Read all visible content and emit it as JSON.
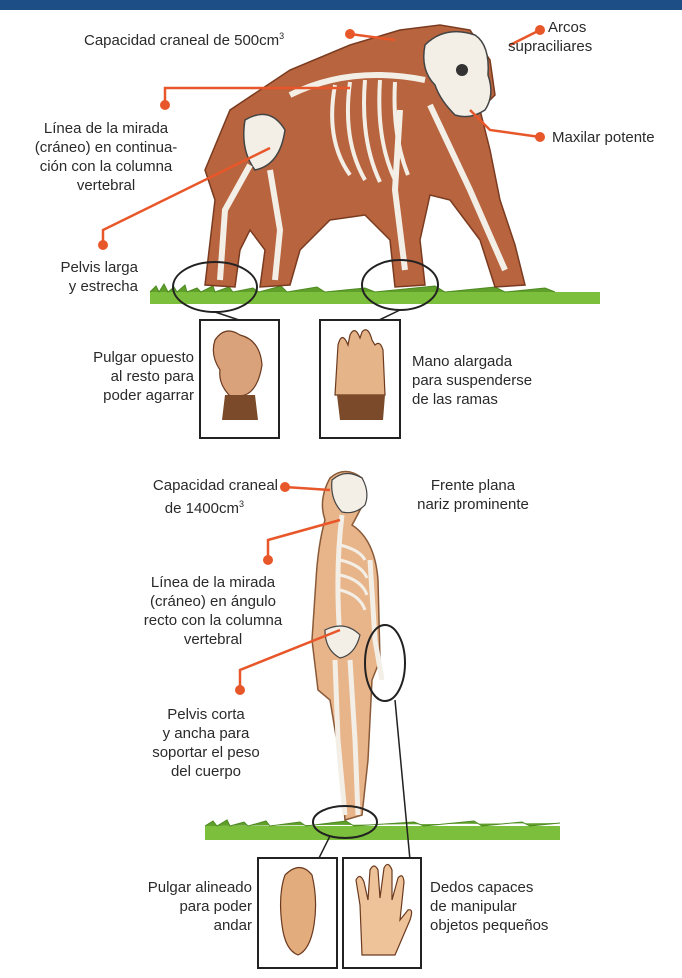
{
  "colors": {
    "top_bar": "#1d4e86",
    "leader": "#e8572a",
    "gorilla_fur": "#b8643e",
    "human_skin": "#e8b48a",
    "grass": "#7cbf3c"
  },
  "gorilla": {
    "cranial_capacity": {
      "text": "Capacidad craneal de 500cm",
      "sup": "3"
    },
    "brow_ridges": {
      "line1": "Arcos",
      "line2": "supraciliares"
    },
    "gaze_line": {
      "line1": "Línea de la mirada",
      "line2": "(cráneo) en continua-",
      "line3": "ción con la columna",
      "line4": "vertebral"
    },
    "jaw": "Maxilar potente",
    "pelvis": {
      "line1": "Pelvis larga",
      "line2": "y estrecha"
    },
    "thumb": {
      "line1": "Pulgar opuesto",
      "line2": "al resto para",
      "line3": "poder agarrar"
    },
    "hand": {
      "line1": "Mano alargada",
      "line2": "para suspenderse",
      "line3": "de las ramas"
    }
  },
  "human": {
    "cranial_capacity": {
      "line1": "Capacidad craneal",
      "line2": "de 1400cm",
      "sup": "3"
    },
    "forehead": {
      "line1": "Frente plana",
      "line2": "nariz prominente"
    },
    "gaze_line": {
      "line1": "Línea de la mirada",
      "line2": "(cráneo) en ángulo",
      "line3": "recto con la columna",
      "line4": "vertebral"
    },
    "pelvis": {
      "line1": "Pelvis corta",
      "line2": "y ancha para",
      "line3": "soportar el peso",
      "line4": "del cuerpo"
    },
    "toe": {
      "line1": "Pulgar alineado",
      "line2": "para poder",
      "line3": "andar"
    },
    "fingers": {
      "line1": "Dedos capaces",
      "line2": "de manipular",
      "line3": "objetos pequeños"
    }
  }
}
